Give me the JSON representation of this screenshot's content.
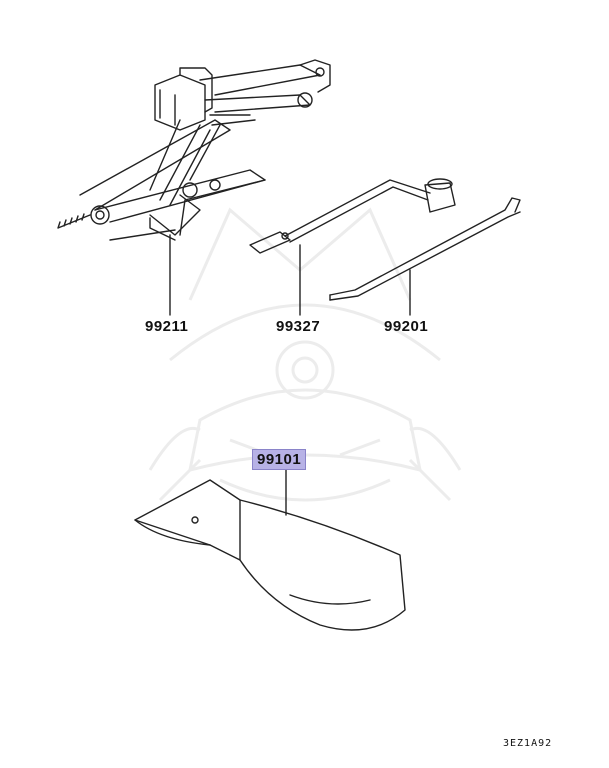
{
  "parts": [
    {
      "id": "jack",
      "number": "99211",
      "highlighted": false
    },
    {
      "id": "wrench-handle",
      "number": "99327",
      "highlighted": false
    },
    {
      "id": "jack-handle-rod",
      "number": "99201",
      "highlighted": false
    },
    {
      "id": "tool-bag",
      "number": "99101",
      "highlighted": true
    }
  ],
  "diagram_code": "3EZ1A92",
  "colors": {
    "line": "#222222",
    "highlight_fill": "#b7b2e6",
    "watermark": "#ececec"
  },
  "icons": [
    "samurai-watermark-icon"
  ]
}
